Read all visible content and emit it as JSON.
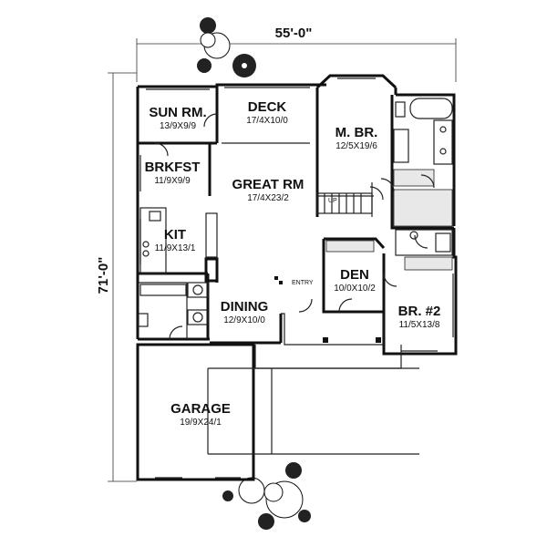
{
  "dimensions": {
    "width_label": "55'-0\"",
    "depth_label": "71'-0\""
  },
  "rooms": {
    "sun_rm": {
      "name": "SUN RM.",
      "size": "13/9X9/9"
    },
    "deck": {
      "name": "DECK",
      "size": "17/4X10/0"
    },
    "m_br": {
      "name": "M. BR.",
      "size": "12/5X19/6"
    },
    "brkfst": {
      "name": "BRKFST",
      "size": "11/9X9/9"
    },
    "great_rm": {
      "name": "GREAT RM",
      "size": "17/4X23/2"
    },
    "kit": {
      "name": "KIT",
      "size": "11/9X13/1"
    },
    "den": {
      "name": "DEN",
      "size": "10/0X10/2"
    },
    "dining": {
      "name": "DINING",
      "size": "12/9X10/0"
    },
    "br2": {
      "name": "BR. #2",
      "size": "11/5X13/8"
    },
    "garage": {
      "name": "GARAGE",
      "size": "19/9X24/1"
    }
  },
  "labels": {
    "entry": "ENTRY",
    "up": "UP"
  }
}
